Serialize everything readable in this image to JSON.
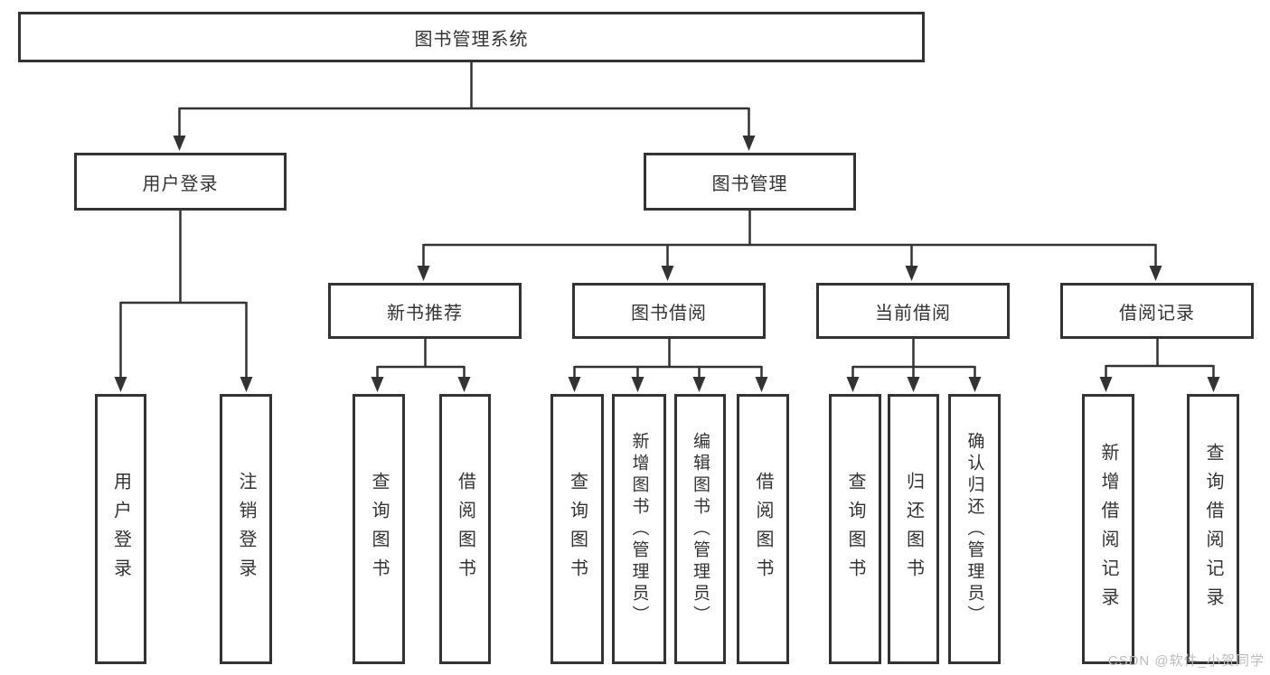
{
  "diagram_title": "图书管理系统",
  "tree": {
    "label": "图书管理系统",
    "children": [
      {
        "label": "用户登录",
        "children": [
          {
            "label": "用户登录"
          },
          {
            "label": "注销登录"
          }
        ]
      },
      {
        "label": "图书管理",
        "children": [
          {
            "label": "新书推荐",
            "children": [
              {
                "label": "查询图书"
              },
              {
                "label": "借阅图书"
              }
            ]
          },
          {
            "label": "图书借阅",
            "children": [
              {
                "label": "查询图书"
              },
              {
                "label": "新增图书（管理员）"
              },
              {
                "label": "编辑图书（管理员）"
              },
              {
                "label": "借阅图书"
              }
            ]
          },
          {
            "label": "当前借阅",
            "children": [
              {
                "label": "查询图书"
              },
              {
                "label": "归还图书"
              },
              {
                "label": "确认归还（管理员）"
              }
            ]
          },
          {
            "label": "借阅记录",
            "children": [
              {
                "label": "新增借阅记录"
              },
              {
                "label": "查询借阅记录"
              }
            ]
          }
        ]
      }
    ]
  },
  "watermark": {
    "text": "CSDN @软件_小贺同学"
  },
  "colors": {
    "line": "#333333",
    "text": "#333333",
    "background": "#ffffff",
    "watermark": "#bcbcbc"
  }
}
